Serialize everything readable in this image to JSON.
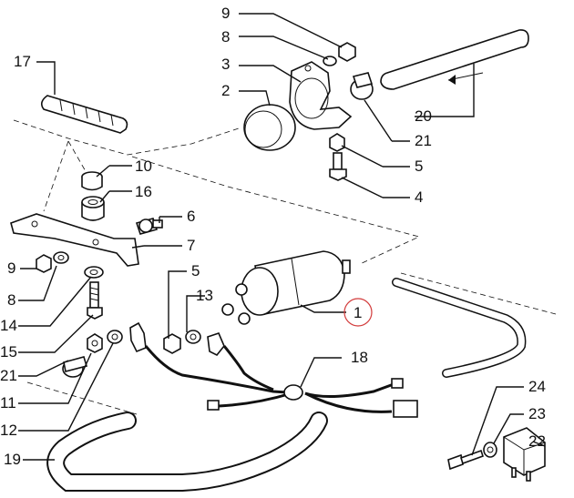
{
  "labels": {
    "l1": "1",
    "l2": "2",
    "l3": "3",
    "l4": "4",
    "l5a": "5",
    "l5b": "5",
    "l6": "6",
    "l7": "7",
    "l8a": "8",
    "l8b": "8",
    "l9a": "9",
    "l9b": "9",
    "l10": "10",
    "l11": "11",
    "l12": "12",
    "l13": "13",
    "l14": "14",
    "l15": "15",
    "l16": "16",
    "l17": "17",
    "l18": "18",
    "l19": "19",
    "l20": "20",
    "l21a": "21",
    "l21b": "21",
    "l22": "22",
    "l23": "23",
    "l24": "24"
  },
  "colors": {
    "ink": "#111111",
    "highlight": "#d23a3a",
    "background": "#ffffff"
  }
}
